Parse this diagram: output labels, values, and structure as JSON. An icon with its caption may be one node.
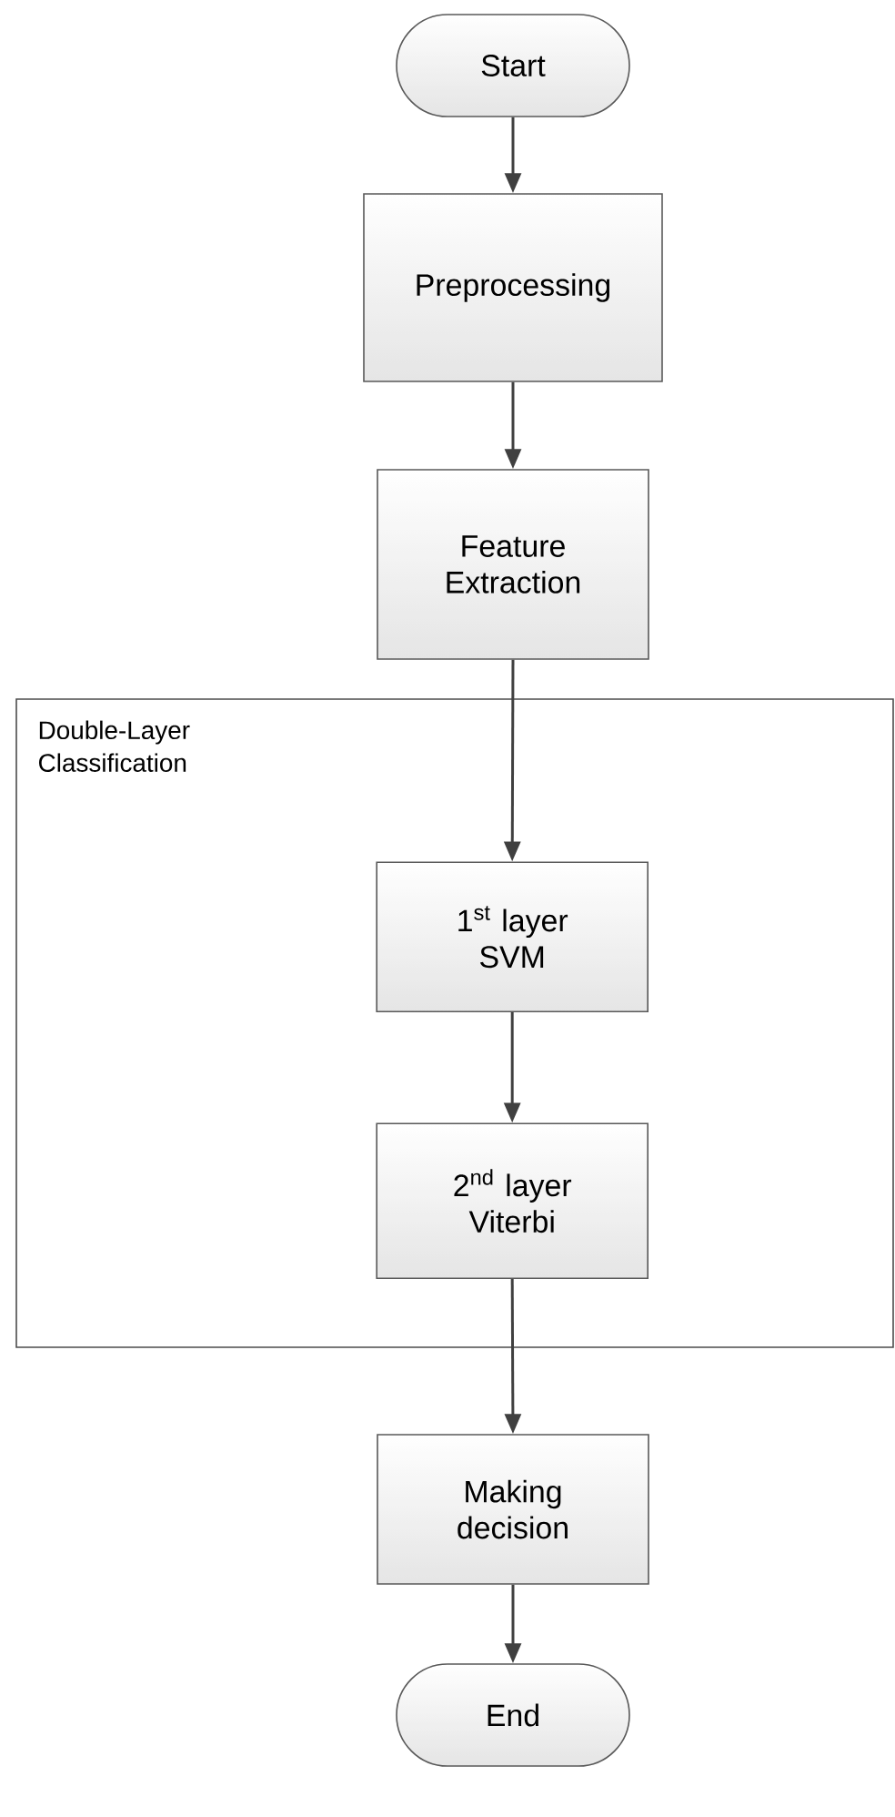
{
  "diagram": {
    "nodes": [
      {
        "text": [
          "Start"
        ]
      },
      {
        "text": [
          "Preprocessing"
        ]
      },
      {
        "text": [
          "Feature Extraction"
        ]
      },
      {
        "text": [
          "Double-Layer Classification"
        ]
      },
      {
        "text": [
          "1$^{st}$ layer SVM"
        ],
        "in": 3
      },
      {
        "text": [
          "2$^{nd}$ layer Viterbi"
        ],
        "in": 3
      },
      {
        "text": [
          "Making decision"
        ]
      },
      {
        "text": [
          "End"
        ]
      }
    ],
    "edges": [
      {
        "from": 0,
        "to": 1,
        "arrow": "to"
      },
      {
        "from": 1,
        "to": 2,
        "arrow": "to"
      },
      {
        "from": 2,
        "to": 4,
        "arrow": "to"
      },
      {
        "from": 4,
        "to": 5,
        "arrow": "to"
      },
      {
        "from": 5,
        "to": 6,
        "arrow": "to"
      },
      {
        "from": 6,
        "to": 7,
        "arrow": "to"
      }
    ]
  }
}
